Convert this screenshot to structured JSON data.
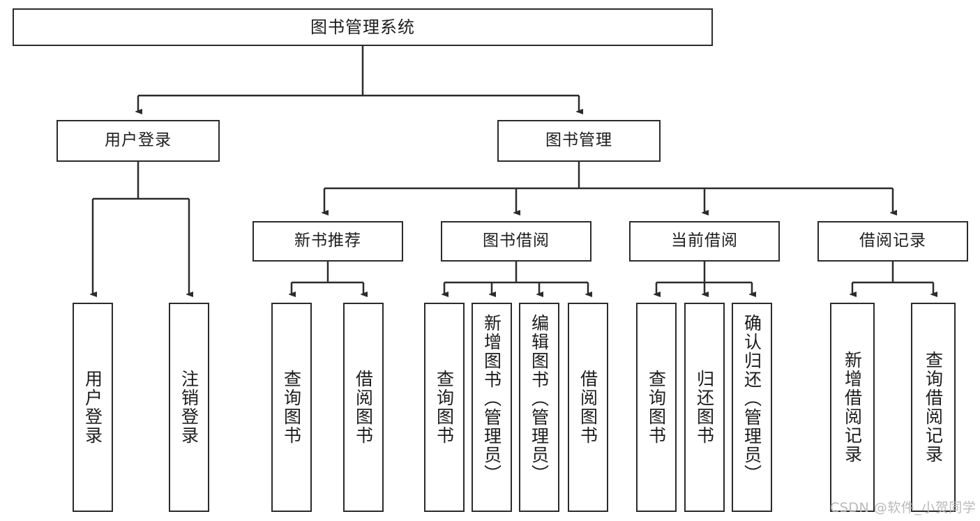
{
  "diagram": {
    "title": "图书管理系统",
    "type": "hierarchy-tree",
    "watermark": "CSDN @软件_小贺同学",
    "colors": {
      "box_border": "#2b2b2b",
      "box_fill": "#ffffff",
      "edge": "#2b2b2b",
      "text": "#1c1c1c",
      "watermark": "#b9b9b9",
      "background": "#ffffff"
    }
  },
  "nodes": {
    "root": {
      "label": "图书管理系统"
    },
    "level1": [
      {
        "id": "user-login",
        "label": "用户登录"
      },
      {
        "id": "book-manage",
        "label": "图书管理"
      }
    ],
    "level2": [
      {
        "id": "new-book-recommend",
        "label": "新书推荐"
      },
      {
        "id": "book-borrow",
        "label": "图书借阅"
      },
      {
        "id": "current-borrow",
        "label": "当前借阅"
      },
      {
        "id": "borrow-record",
        "label": "借阅记录"
      }
    ],
    "leaves": {
      "user-login": [
        {
          "id": "leaf-user-login",
          "label": "用户登录"
        },
        {
          "id": "leaf-logout-login",
          "label": "注销登录"
        }
      ],
      "new-book-recommend": [
        {
          "id": "leaf-query-book-1",
          "label": "查询图书"
        },
        {
          "id": "leaf-borrow-book-1",
          "label": "借阅图书"
        }
      ],
      "book-borrow": [
        {
          "id": "leaf-query-book-2",
          "label": "查询图书"
        },
        {
          "id": "leaf-add-book",
          "label": "新增图书（管理员）"
        },
        {
          "id": "leaf-edit-book",
          "label": "编辑图书（管理员）"
        },
        {
          "id": "leaf-borrow-book-2",
          "label": "借阅图书"
        }
      ],
      "current-borrow": [
        {
          "id": "leaf-query-book-3",
          "label": "查询图书"
        },
        {
          "id": "leaf-return-book",
          "label": "归还图书"
        },
        {
          "id": "leaf-confirm-return",
          "label": "确认归还（管理员）"
        }
      ],
      "borrow-record": [
        {
          "id": "leaf-add-record",
          "label": "新增借阅记录"
        },
        {
          "id": "leaf-query-record",
          "label": "查询借阅记录"
        }
      ]
    }
  }
}
